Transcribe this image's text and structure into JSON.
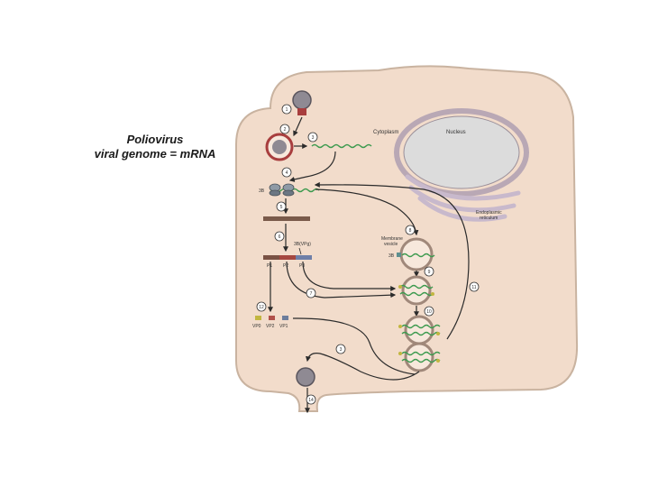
{
  "title": {
    "line1": "Poliovirus",
    "line2": "viral genome = mRNA"
  },
  "labels": {
    "cytoplasm": "Cytoplasm",
    "nucleus": "Nucleus",
    "er_line1": "Endoplasmic",
    "er_line2": "reticulum",
    "membrane_line1": "Membrane",
    "membrane_line2": "vesicle",
    "vpg": "3B(VPg)",
    "vpg_short": "3B",
    "p1": "P1",
    "p2": "P2",
    "p3": "P3",
    "vp0": "VP0",
    "vp2": "VP2",
    "vp1": "VP1"
  },
  "steps": [
    "1",
    "2",
    "3",
    "4",
    "5",
    "6",
    "7",
    "8",
    "9",
    "10",
    "11",
    "3",
    "12",
    "14"
  ],
  "colors": {
    "cell_fill": "#f2dccb",
    "cell_stroke": "#c9b3a0",
    "nucleus_fill": "#dcdcdc",
    "nucleus_ring": "#b9a8b5",
    "er": "#c8b9cc",
    "rna": "#3c9a4e",
    "polyprotein": "#7a5a4a",
    "p1": "#7a5244",
    "p2": "#a5473f",
    "p3": "#6e7fa8",
    "vp0": "#c2b640",
    "vp2": "#b0504a",
    "vp1": "#6d7d9c",
    "virion": "#8f8a93",
    "receptor": "#a83e3e"
  }
}
